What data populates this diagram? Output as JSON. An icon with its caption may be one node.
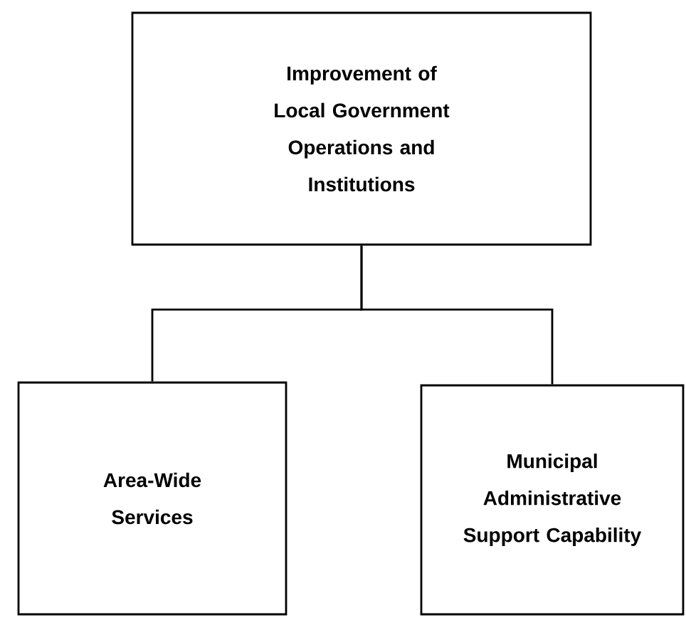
{
  "diagram": {
    "nodes": [
      {
        "text": [
          "Improvement of Local Government Operations and Institutions"
        ]
      },
      {
        "text": [
          "Area-Wide Services"
        ]
      },
      {
        "text": [
          "Municipal Administrative Support Capability"
        ]
      }
    ],
    "edges": [
      {
        "from": 0,
        "to": 1,
        "arrow": "none"
      },
      {
        "from": 0,
        "to": 2,
        "arrow": "none"
      }
    ]
  }
}
